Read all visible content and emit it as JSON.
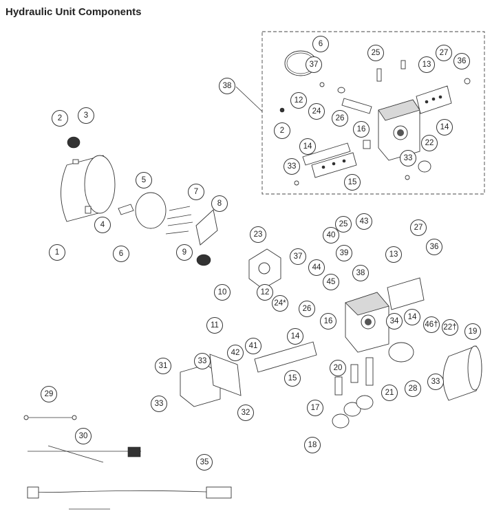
{
  "title": "Hydraulic Unit Components",
  "callouts": [
    {
      "id": "c-6a",
      "label": "6"
    },
    {
      "id": "c-25a",
      "label": "25"
    },
    {
      "id": "c-27a",
      "label": "27"
    },
    {
      "id": "c-36a",
      "label": "36"
    },
    {
      "id": "c-38a",
      "label": "38"
    },
    {
      "id": "c-37a",
      "label": "37"
    },
    {
      "id": "c-13a",
      "label": "13"
    },
    {
      "id": "c-12a",
      "label": "12"
    },
    {
      "id": "c-24a",
      "label": "24"
    },
    {
      "id": "c-26a",
      "label": "26"
    },
    {
      "id": "c-2a",
      "label": "2"
    },
    {
      "id": "c-16a",
      "label": "16"
    },
    {
      "id": "c-14a",
      "label": "14"
    },
    {
      "id": "c-14b",
      "label": "14"
    },
    {
      "id": "c-22a",
      "label": "22"
    },
    {
      "id": "c-33a",
      "label": "33"
    },
    {
      "id": "c-33b",
      "label": "33"
    },
    {
      "id": "c-15a",
      "label": "15"
    },
    {
      "id": "c-2b",
      "label": "2"
    },
    {
      "id": "c-3",
      "label": "3"
    },
    {
      "id": "c-5",
      "label": "5"
    },
    {
      "id": "c-4",
      "label": "4"
    },
    {
      "id": "c-1",
      "label": "1"
    },
    {
      "id": "c-6b",
      "label": "6"
    },
    {
      "id": "c-7",
      "label": "7"
    },
    {
      "id": "c-8",
      "label": "8"
    },
    {
      "id": "c-9",
      "label": "9"
    },
    {
      "id": "c-23",
      "label": "23"
    },
    {
      "id": "c-10",
      "label": "10"
    },
    {
      "id": "c-11",
      "label": "11"
    },
    {
      "id": "c-12b",
      "label": "12"
    },
    {
      "id": "c-24b",
      "label": "24*"
    },
    {
      "id": "c-25b",
      "label": "25"
    },
    {
      "id": "c-43",
      "label": "43"
    },
    {
      "id": "c-40",
      "label": "40"
    },
    {
      "id": "c-39",
      "label": "39"
    },
    {
      "id": "c-13b",
      "label": "13"
    },
    {
      "id": "c-27b",
      "label": "27"
    },
    {
      "id": "c-36b",
      "label": "36"
    },
    {
      "id": "c-37b",
      "label": "37"
    },
    {
      "id": "c-44",
      "label": "44"
    },
    {
      "id": "c-38b",
      "label": "38"
    },
    {
      "id": "c-45",
      "label": "45"
    },
    {
      "id": "c-26b",
      "label": "26"
    },
    {
      "id": "c-16b",
      "label": "16"
    },
    {
      "id": "c-14c",
      "label": "14"
    },
    {
      "id": "c-14d",
      "label": "14"
    },
    {
      "id": "c-34",
      "label": "34"
    },
    {
      "id": "c-46",
      "label": "46†"
    },
    {
      "id": "c-22b",
      "label": "22†"
    },
    {
      "id": "c-19",
      "label": "19"
    },
    {
      "id": "c-41",
      "label": "41"
    },
    {
      "id": "c-42",
      "label": "42"
    },
    {
      "id": "c-15b",
      "label": "15"
    },
    {
      "id": "c-31",
      "label": "31"
    },
    {
      "id": "c-33c",
      "label": "33"
    },
    {
      "id": "c-33d",
      "label": "33"
    },
    {
      "id": "c-32",
      "label": "32"
    },
    {
      "id": "c-20",
      "label": "20"
    },
    {
      "id": "c-21",
      "label": "21"
    },
    {
      "id": "c-17",
      "label": "17"
    },
    {
      "id": "c-28",
      "label": "28"
    },
    {
      "id": "c-33e",
      "label": "33"
    },
    {
      "id": "c-18",
      "label": "18"
    },
    {
      "id": "c-29",
      "label": "29"
    },
    {
      "id": "c-30",
      "label": "30"
    },
    {
      "id": "c-35",
      "label": "35"
    }
  ]
}
